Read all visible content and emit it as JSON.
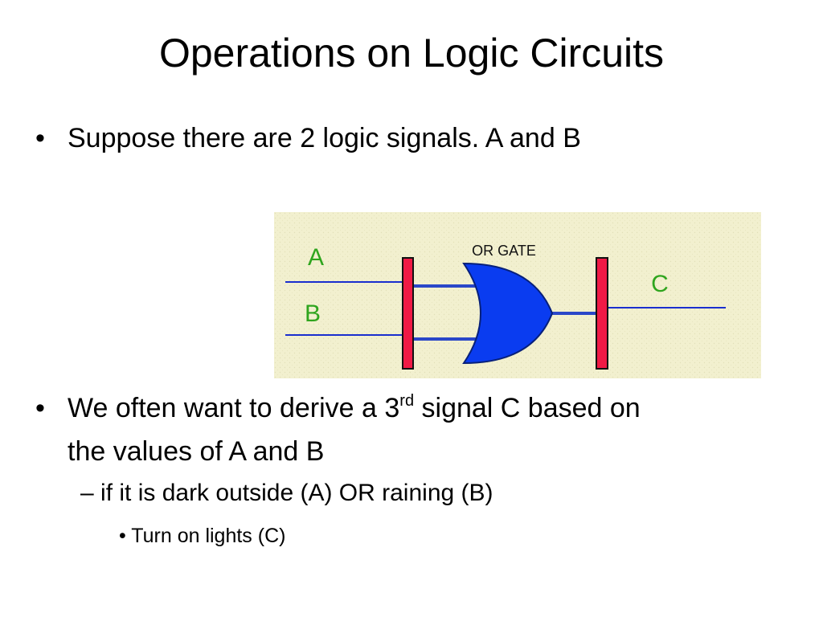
{
  "slide": {
    "title": "Operations on Logic Circuits",
    "bullet1": "Suppose there are 2 logic signals. A and B",
    "bullet2_before": "We often want to derive a 3",
    "bullet2_sup": "rd",
    "bullet2_after": " signal C based on",
    "bullet2_cont": "the values of A and B",
    "sub1_dash": "–",
    "sub1": "if it is dark outside (A) OR raining (B)",
    "sub2_dot": "•",
    "sub2": "Turn on lights (C)",
    "bullet_dot": "•"
  },
  "diagram": {
    "gate_label": "OR GATE",
    "input_a": "A",
    "input_b": "B",
    "output_c": "C",
    "colors": {
      "background": "#f2f0cf",
      "wire": "#1a2fcf",
      "gate": "#0a3cf0",
      "pin_bar": "#f01a45",
      "signal_letter": "#2fa51e"
    }
  }
}
